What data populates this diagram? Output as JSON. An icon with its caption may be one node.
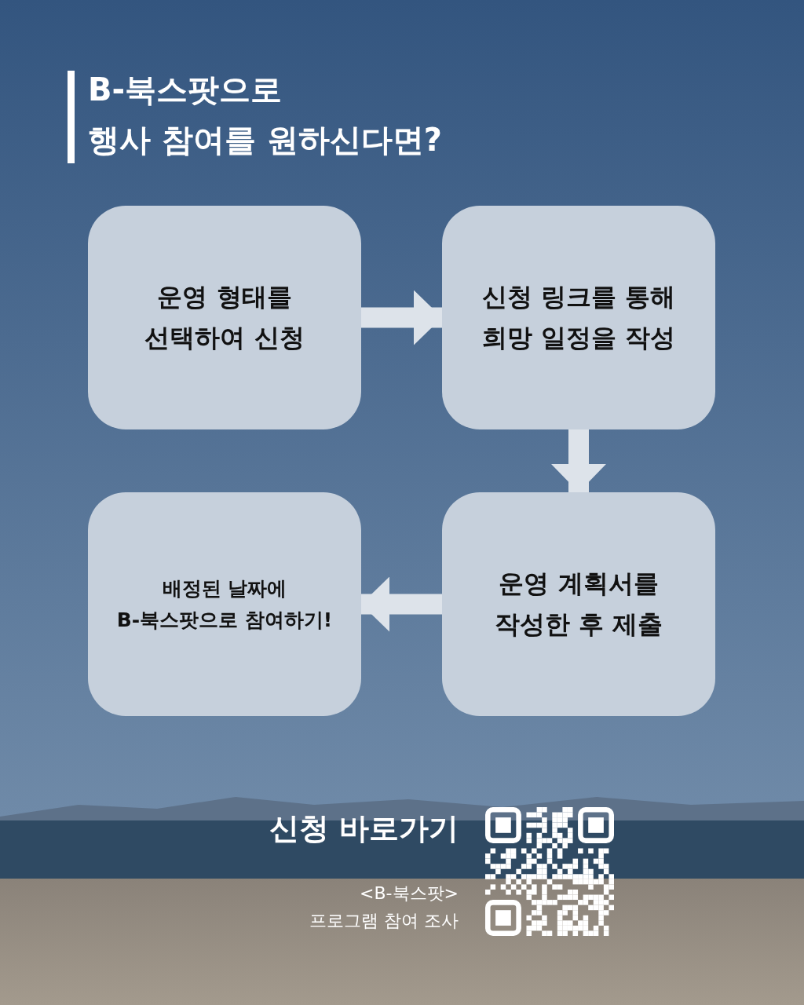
{
  "diagram": {
    "title": "B-북스팟으로 행사 참여를 원하신다면?",
    "nodes": [
      {
        "text": [
          "운영 형태를 선택하여 신청"
        ]
      },
      {
        "text": [
          "신청 링크를 통해 희망 일정을 작성"
        ]
      },
      {
        "text": [
          "배정된 날짜에 B-북스팟으로 참여하기!"
        ]
      },
      {
        "text": [
          "운영 계획서를 작성한 후 제출"
        ]
      }
    ],
    "edges": [
      {
        "from": 0,
        "to": 1,
        "arrow": "to"
      },
      {
        "from": 1,
        "to": 3,
        "arrow": "to"
      },
      {
        "from": 3,
        "to": 2,
        "arrow": "to"
      }
    ],
    "labels": [
      "신청 바로가기",
      "<B-북스팟>",
      "프로그램 참여 조사"
    ]
  }
}
